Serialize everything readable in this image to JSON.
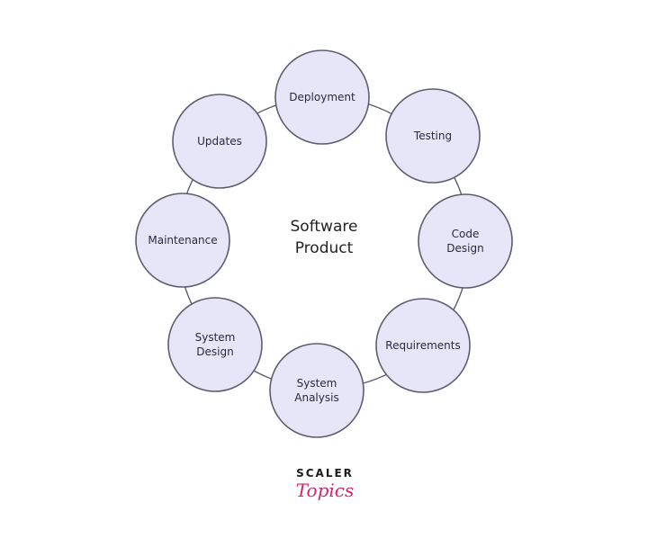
{
  "center": {
    "line1": "Software",
    "line2": "Product"
  },
  "nodes": [
    {
      "lines": [
        "Deployment"
      ]
    },
    {
      "lines": [
        "Testing"
      ]
    },
    {
      "lines": [
        "Code",
        "Design"
      ]
    },
    {
      "lines": [
        "Requirements"
      ]
    },
    {
      "lines": [
        "System",
        "Analysis"
      ]
    },
    {
      "lines": [
        "System",
        "Design"
      ]
    },
    {
      "lines": [
        "Maintenance"
      ]
    },
    {
      "lines": [
        "Updates"
      ]
    }
  ],
  "logo": {
    "top": "SCALER",
    "bottom": "Topics"
  },
  "colors": {
    "node_fill": "#e7e5f8",
    "node_stroke": "#5e5d70",
    "logo_accent": "#d6246e"
  }
}
